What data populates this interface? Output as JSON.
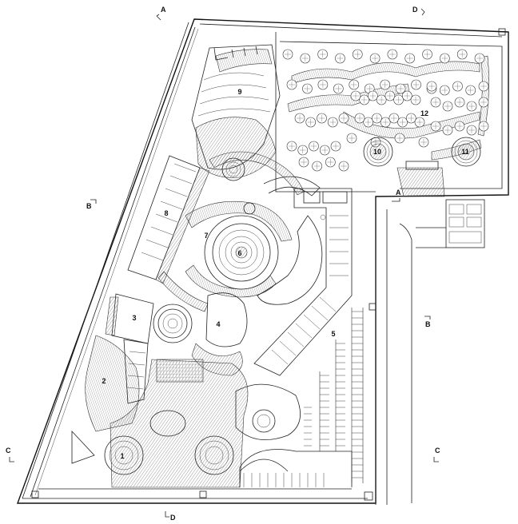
{
  "zones": [
    {
      "id": "z1",
      "label": "1"
    },
    {
      "id": "z2",
      "label": "2"
    },
    {
      "id": "z3",
      "label": "3"
    },
    {
      "id": "z4",
      "label": "4"
    },
    {
      "id": "z5",
      "label": "5"
    },
    {
      "id": "z6",
      "label": "6"
    },
    {
      "id": "z7",
      "label": "7"
    },
    {
      "id": "z8",
      "label": "8"
    },
    {
      "id": "z9",
      "label": "9"
    },
    {
      "id": "z10",
      "label": "10"
    },
    {
      "id": "z11",
      "label": "11"
    },
    {
      "id": "z12",
      "label": "12"
    }
  ],
  "section_markers": [
    {
      "id": "A-top",
      "label": "A"
    },
    {
      "id": "A-right",
      "label": "A"
    },
    {
      "id": "B-left",
      "label": "B"
    },
    {
      "id": "B-right",
      "label": "B"
    },
    {
      "id": "C-left",
      "label": "C"
    },
    {
      "id": "C-right",
      "label": "C"
    },
    {
      "id": "D-top",
      "label": "D"
    },
    {
      "id": "D-bottom",
      "label": "D"
    }
  ]
}
